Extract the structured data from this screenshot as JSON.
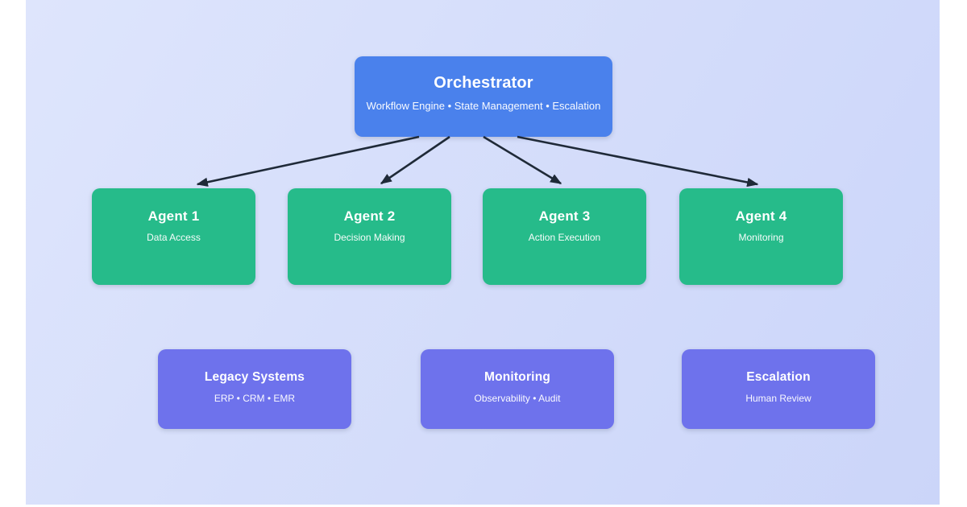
{
  "diagram": {
    "orchestrator": {
      "title": "Orchestrator",
      "subtitle": "Workflow Engine • State Management • Escalation"
    },
    "agents": [
      {
        "title": "Agent 1",
        "subtitle": "Data Access"
      },
      {
        "title": "Agent 2",
        "subtitle": "Decision Making"
      },
      {
        "title": "Agent 3",
        "subtitle": "Action Execution"
      },
      {
        "title": "Agent 4",
        "subtitle": "Monitoring"
      }
    ],
    "systems": [
      {
        "title": "Legacy Systems",
        "subtitle": "ERP • CRM • EMR"
      },
      {
        "title": "Monitoring",
        "subtitle": "Observability • Audit"
      },
      {
        "title": "Escalation",
        "subtitle": "Human Review"
      }
    ],
    "colors": {
      "orchestrator_fill": "#4a81ec",
      "agent_fill": "#26bb8a",
      "system_fill": "#6e72ec",
      "arrow": "#1f2a38",
      "background_start": "#dee5fc",
      "background_end": "#cbd5f9",
      "page": "#ffffff",
      "text": "#ffffff"
    }
  }
}
